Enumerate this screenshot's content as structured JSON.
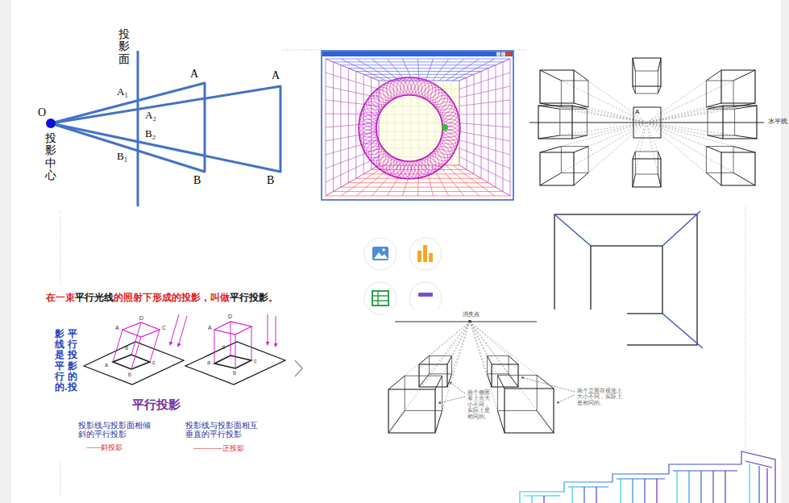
{
  "diagram": {
    "labels": [
      "投影面",
      "O",
      "投影中心",
      "A₁",
      "A₂",
      "B₂",
      "B₁",
      "A",
      "A",
      "B",
      "B",
      "A",
      "水平线",
      "在一束",
      "平行光线",
      "的照射下形成的投影，叫做",
      "平行投影",
      "。",
      "平行投影的投",
      "影线是平行的.",
      "D",
      "A",
      "C",
      "d",
      "a",
      "c",
      "b",
      "D",
      "A",
      "a",
      "d",
      "b",
      "c",
      "平行投影",
      "投影线与投影面相倾斜的平行投影",
      "——斜投影",
      "投影线与投影面相互垂直的平行投影",
      "————正投影",
      "消失点",
      "两个侧面看上去大小不同，实际上是相同的。",
      "两个立面在视觉上大小不同，实际上是相同的。"
    ]
  }
}
